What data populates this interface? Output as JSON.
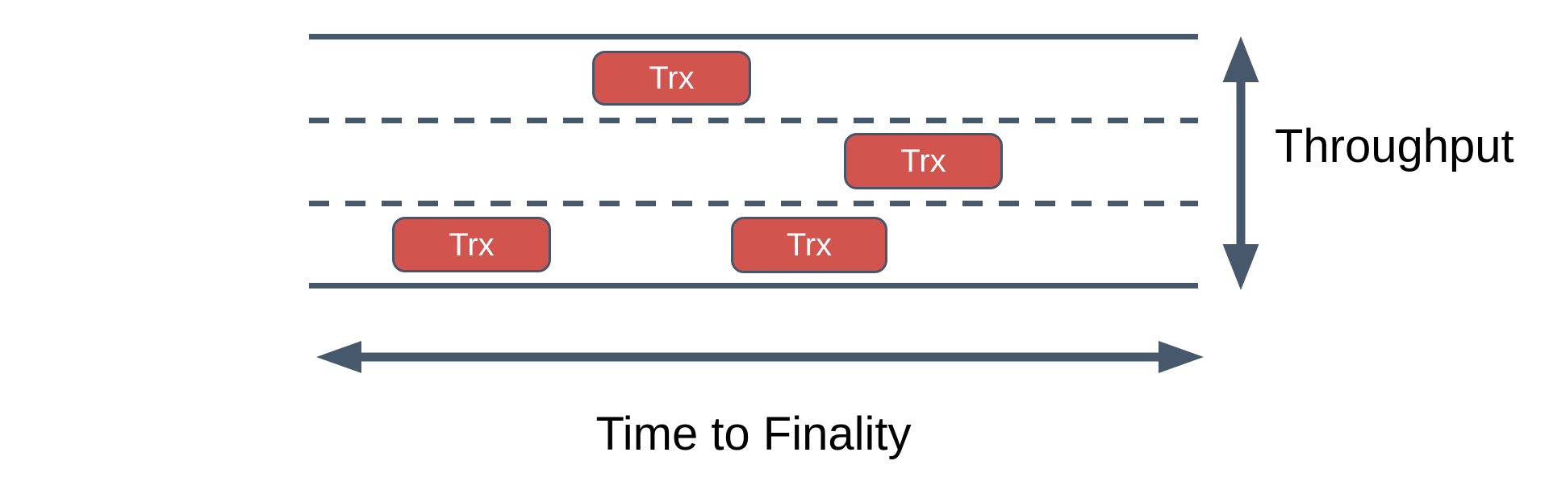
{
  "colors": {
    "background": "#FFFFFF",
    "line": "#48586C",
    "box_fill": "#D2544E",
    "box_border": "#46566A",
    "box_text": "#FFFFFF",
    "label_text": "#000000"
  },
  "diagram": {
    "type": "blockchain-throughput-lanes",
    "lane_count": 3,
    "lane_boundaries": {
      "outer_style": "solid",
      "inner_style": "dashed"
    }
  },
  "trx_boxes": [
    {
      "label": "Trx",
      "lane": "top"
    },
    {
      "label": "Trx",
      "lane": "middle"
    },
    {
      "label": "Trx",
      "lane": "bottom-left"
    },
    {
      "label": "Trx",
      "lane": "bottom-right"
    }
  ],
  "axis_labels": {
    "vertical": "Throughput",
    "horizontal": "Time to Finality"
  },
  "icons": {
    "vertical_arrow": "double-headed-vertical-arrow-icon",
    "horizontal_arrow": "double-headed-horizontal-arrow-icon"
  }
}
